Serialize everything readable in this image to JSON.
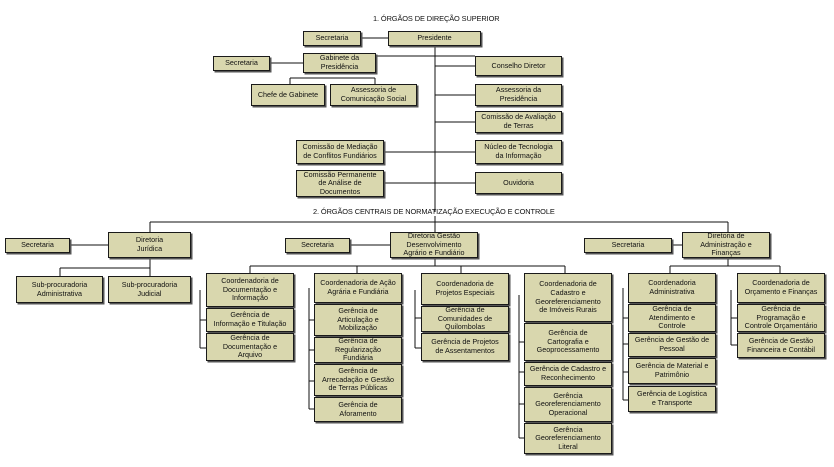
{
  "sections": {
    "s1": "1. ÓRGÃOS DE DIREÇÃO SUPERIOR",
    "s2": "2. ÓRGÃOS CENTRAIS DE NORMATIZAÇÃO EXECUÇÃO E CONTROLE"
  },
  "top": {
    "secretaria": "Secretaria",
    "presidente": "Presidente",
    "secretaria_gabinete": "Secretaria",
    "gabinete": "Gabinete da\nPresidência",
    "conselho": "Conselho Diretor",
    "chefe_gabinete": "Chefe de Gabinete",
    "assessoria_comunicacao": "Assessoria de\nComunicação Social",
    "assessoria_presidencia": "Assessoria da\nPresidência",
    "comissao_avaliacao": "Comissão de Avaliação\nde Terras",
    "comissao_mediacao": "Comissão de Mediação\nde Conflitos Fundiários",
    "nucleo_tecnologia": "Núcleo de Tecnologia\nda Informação",
    "comissao_permanente": "Comissão Permanente\nde Análise de\nDocumentos",
    "ouvidoria": "Ouvidoria"
  },
  "juridica": {
    "secretaria": "Secretaria",
    "diretoria": "Diretoria\nJurídica",
    "sub_admin": "Sub-procuradoria\nAdministrativa",
    "sub_judicial": "Sub-procuradoria\nJudicial"
  },
  "gestao": {
    "secretaria": "Secretaria",
    "diretoria": "Diretoria Gestão\nDesenvolvimento\nAgrário e Fundiário"
  },
  "financas": {
    "secretaria": "Secretaria",
    "diretoria": "Diretoria de\nAdministração e\nFinanças"
  },
  "col1": {
    "head": "Coordenadoria de\nDocumentação e\nInformação",
    "items": [
      "Gerência de\nInformação e Titulação",
      "Gerência de\nDocumentação e\nArquivo"
    ]
  },
  "col2": {
    "head": "Coordenadoria de Ação\nAgrária e Fundiária",
    "items": [
      "Gerência de\nArticulação e\nMobilização",
      "Gerência de\nRegularização\nFundiária",
      "Gerência de\nArrecadação e Gestão\nde Terras Públicas",
      "Gerência de\nAforamento"
    ]
  },
  "col3": {
    "head": "Coordenadoria de\nProjetos Especiais",
    "items": [
      "Gerência de\nComunidades de\nQuilombolas",
      "Gerência de Projetos\nde Assentamentos"
    ]
  },
  "col4": {
    "head": "Coordenadoria de\nCadastro e\nGeoreferenciamento\nde Imóveis Rurais",
    "items": [
      "Gerência de\nCartografia e\nGeoprocessamento",
      "Gerência de Cadastro e\nReconhecimento",
      "Gerência\nGeoreferenciamento\nOperacional",
      "Gerência\nGeoreferenciamento\nLiteral"
    ]
  },
  "col5": {
    "head": "Coordenadoria\nAdministrativa",
    "items": [
      "Gerência de\nAtendimento e\nControle",
      "Gerência de Gestão de\nPessoal",
      "Gerência de Material e\nPatrimônio",
      "Gerência de Logística\ne Transporte"
    ]
  },
  "col6": {
    "head": "Coordenadoria de\nOrçamento e Finanças",
    "items": [
      "Gerência de\nProgramação e\nControle Orçamentário",
      "Gerência de Gestão\nFinanceira e Contábil"
    ]
  }
}
